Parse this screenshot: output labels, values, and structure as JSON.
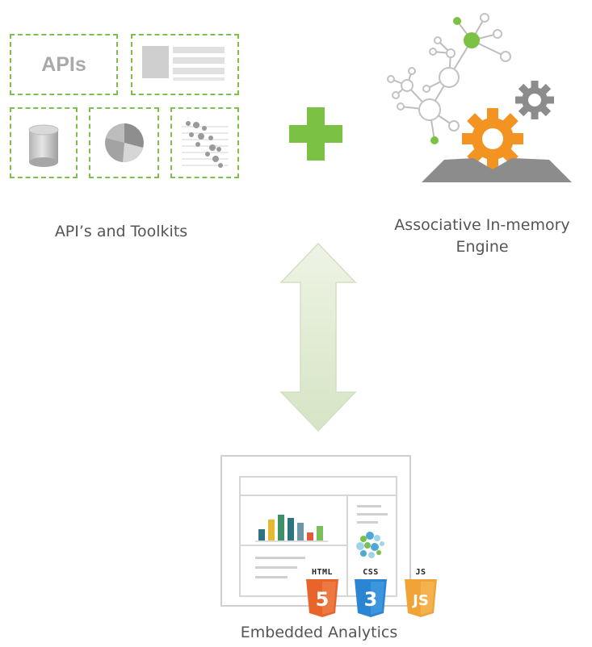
{
  "api_toolkits": {
    "apis_text": "APIs",
    "label": "API’s and Toolkits"
  },
  "engine": {
    "label_line1": "Associative In-memory",
    "label_line2": "Engine"
  },
  "embedded": {
    "label": "Embedded Analytics",
    "badges": [
      {
        "text": "HTML",
        "mark": "5",
        "color": "#e9642b"
      },
      {
        "text": "CSS",
        "mark": "3",
        "color": "#2b84d1"
      },
      {
        "text": "JS",
        "mark": "JS",
        "color": "#f0a437"
      }
    ],
    "bar_colors": [
      "#2b7480",
      "#e8b733",
      "#3c8f67",
      "#2b7480",
      "#6d97a6",
      "#e25b3c",
      "#79c05a"
    ]
  },
  "colors": {
    "accent_green": "#7bc143",
    "dash_green": "#7fbf4d",
    "gear_orange": "#f39322",
    "gear_gray": "#8c8c8c",
    "arrow_fill": "#e3edd6"
  }
}
